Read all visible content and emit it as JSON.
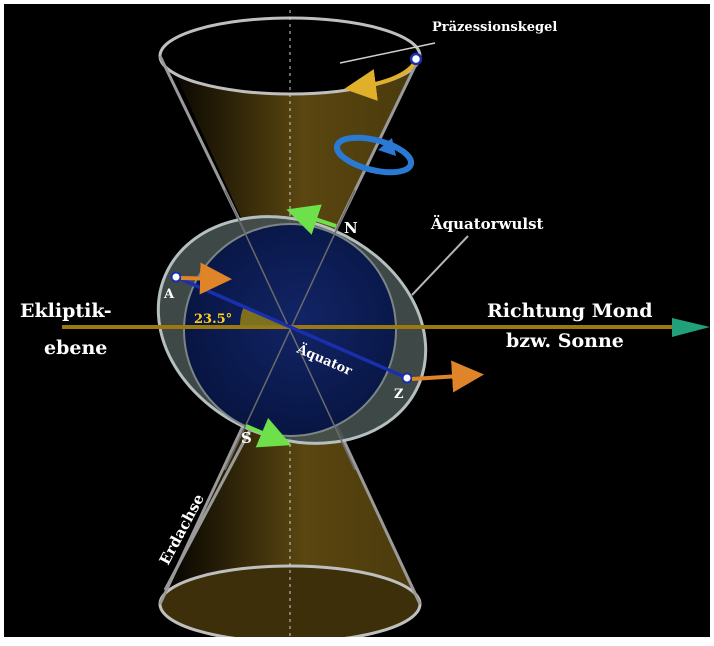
{
  "diagram": {
    "labels": {
      "precession_cone": "Präzessionskegel",
      "equatorial_bulge": "Äquatorwulst",
      "ecliptic_line1": "Ekliptik-",
      "ecliptic_line2": "ebene",
      "direction_line1": "Richtung Mond",
      "direction_line2": "bzw. Sonne",
      "equator": "Äquator",
      "earth_axis": "Erdachse",
      "north": "N",
      "south": "S",
      "point_a": "A",
      "point_z": "Z",
      "tilt_angle": "23.5°"
    },
    "colors": {
      "background": "#000000",
      "frame": "#ffffff",
      "cone_fill": "#4a3a0c",
      "cone_edge": "#8a8a8a",
      "earth_disc": "#0b1a4d",
      "bulge_ring": "#aab5b5",
      "equator_line": "#1a2fae",
      "ecliptic_line": "#9a7a10",
      "direction_arrow": "#22a07a",
      "force_arrow": "#e0842a",
      "motion_arrow": "#6de04a",
      "precession_arrow": "#e0b02a",
      "rotation_symbol": "#2a7ad4",
      "angle_text": "#ffd21a"
    }
  }
}
